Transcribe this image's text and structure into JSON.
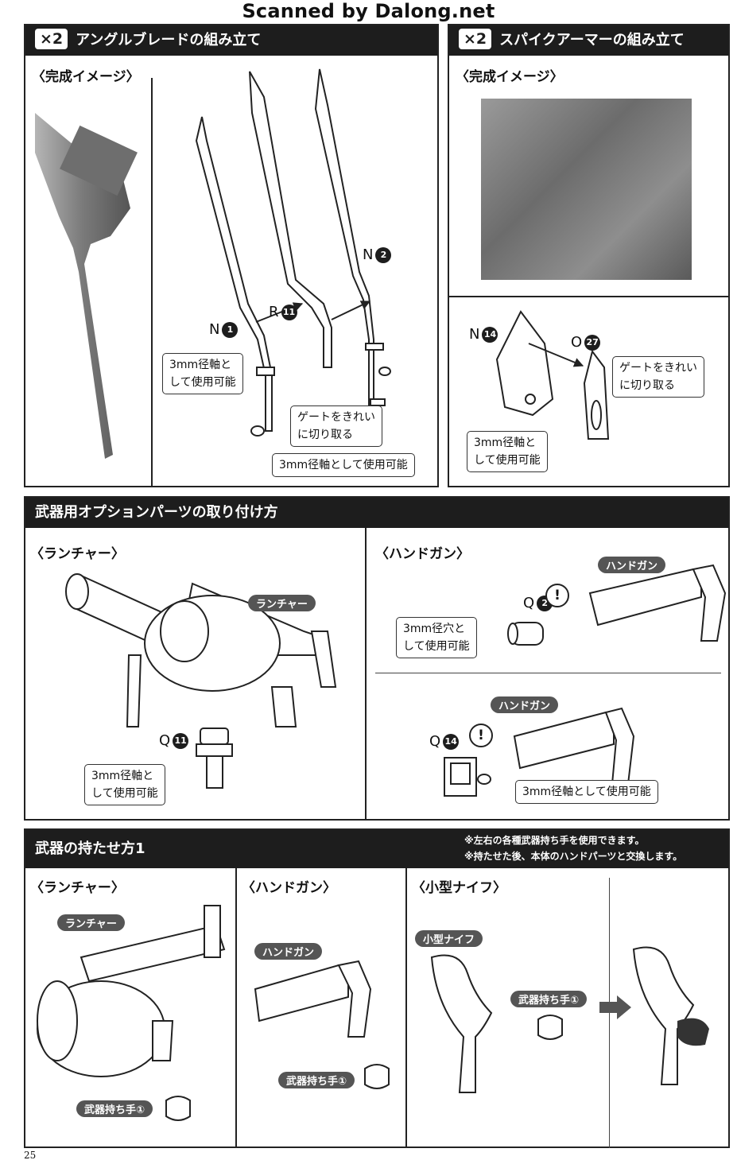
{
  "watermark": "Scanned by Dalong.net",
  "page_number": "25",
  "blade_section": {
    "badge": "×2",
    "title": "アングルブレードの組み立て",
    "subtitle": "〈完成イメージ〉",
    "parts": {
      "n1": "N",
      "n1_num": "1",
      "r11": "R",
      "r11_num": "11",
      "n2": "N",
      "n2_num": "2"
    },
    "note_axis": "3mm径軸と\nして使用可能",
    "note_gate": "ゲートをきれい\nに切り取る",
    "note_axis_inline": "3mm径軸として使用可能"
  },
  "armor_section": {
    "badge": "×2",
    "title": "スパイクアーマーの組み立て",
    "subtitle": "〈完成イメージ〉",
    "parts": {
      "n14": "N",
      "n14_num": "14",
      "o27": "O",
      "o27_num": "27"
    },
    "note_gate": "ゲートをきれい\nに切り取る",
    "note_axis": "3mm径軸と\nして使用可能"
  },
  "option_section": {
    "title": "武器用オプションパーツの取り付け方",
    "launcher": {
      "subtitle": "〈ランチャー〉",
      "pill": "ランチャー",
      "part": "Q",
      "part_num": "11",
      "note": "3mm径軸と\nして使用可能"
    },
    "handgun": {
      "subtitle": "〈ハンドガン〉",
      "pill_top": "ハンドガン",
      "part_top": "Q",
      "part_top_num": "2",
      "note_top": "3mm径穴と\nして使用可能",
      "warn": "!",
      "pill_bottom": "ハンドガン",
      "part_bottom": "Q",
      "part_bottom_num": "14",
      "note_bottom": "3mm径軸として使用可能"
    }
  },
  "hold_section": {
    "title": "武器の持たせ方1",
    "notes": [
      "※左右の各種武器持ち手を使用できます。",
      "※持たせた後、本体のハンドパーツと交換します。"
    ],
    "launcher": {
      "subtitle": "〈ランチャー〉",
      "pill": "ランチャー",
      "hand": "武器持ち手①"
    },
    "handgun": {
      "subtitle": "〈ハンドガン〉",
      "pill": "ハンドガン",
      "hand": "武器持ち手①"
    },
    "knife": {
      "subtitle": "〈小型ナイフ〉",
      "pill": "小型ナイフ",
      "hand": "武器持ち手①"
    }
  }
}
